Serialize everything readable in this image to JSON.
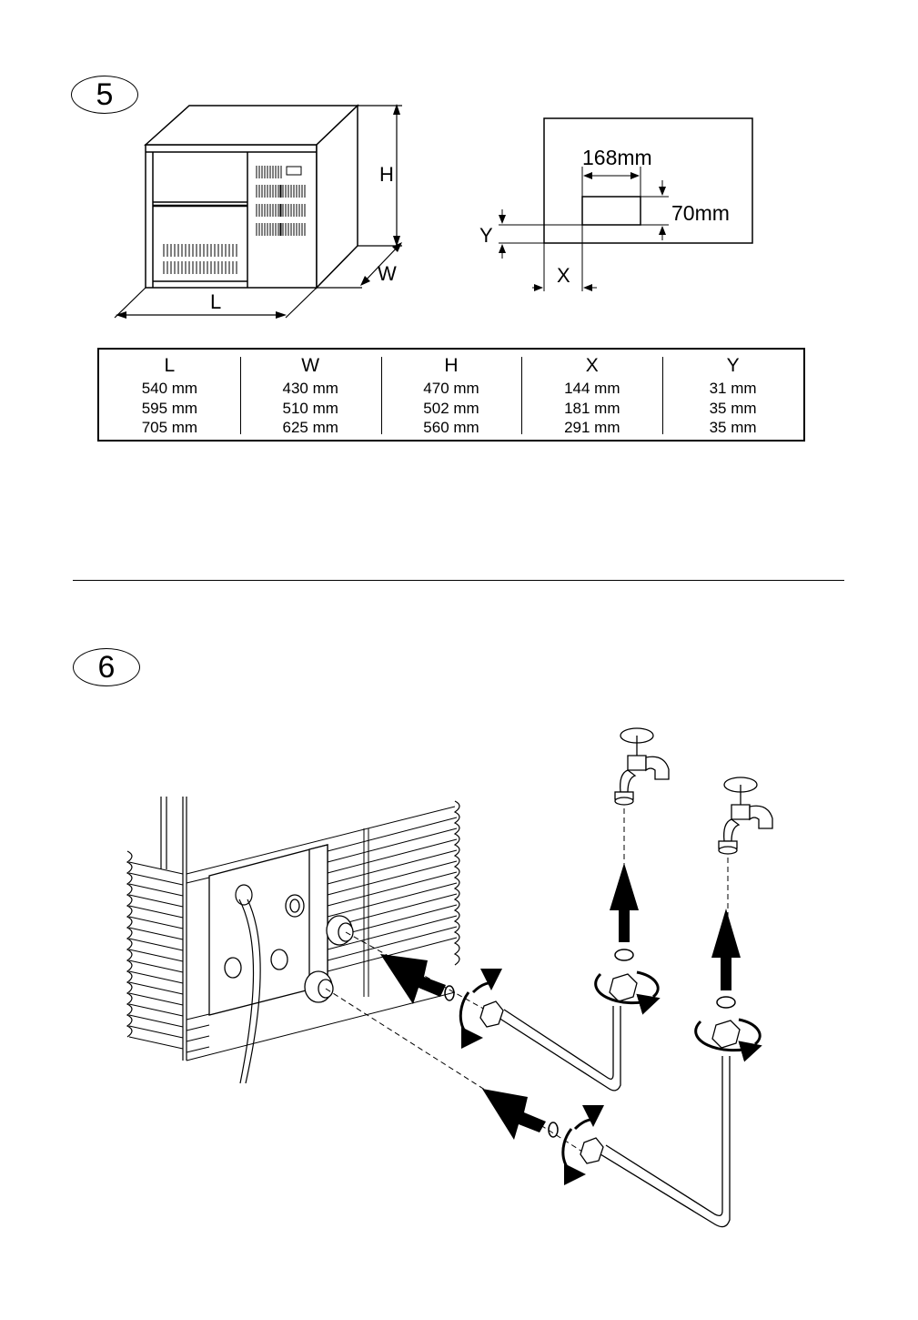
{
  "figure5": {
    "number": "5",
    "machine_labels": {
      "height": "H",
      "width": "W",
      "length": "L"
    },
    "cutout_labels": {
      "width": "168mm",
      "height": "70mm",
      "offset_y": "Y",
      "offset_x": "X"
    },
    "table": {
      "columns": [
        {
          "header": "L",
          "values": [
            "540 mm",
            "595 mm",
            "705 mm"
          ]
        },
        {
          "header": "W",
          "values": [
            "430 mm",
            "510 mm",
            "625 mm"
          ]
        },
        {
          "header": "H",
          "values": [
            "470 mm",
            "502 mm",
            "560 mm"
          ]
        },
        {
          "header": "X",
          "values": [
            "144 mm",
            "181 mm",
            "291 mm"
          ]
        },
        {
          "header": "Y",
          "values": [
            "31 mm",
            "35 mm",
            "35 mm"
          ]
        }
      ]
    }
  },
  "figure6": {
    "number": "6"
  }
}
